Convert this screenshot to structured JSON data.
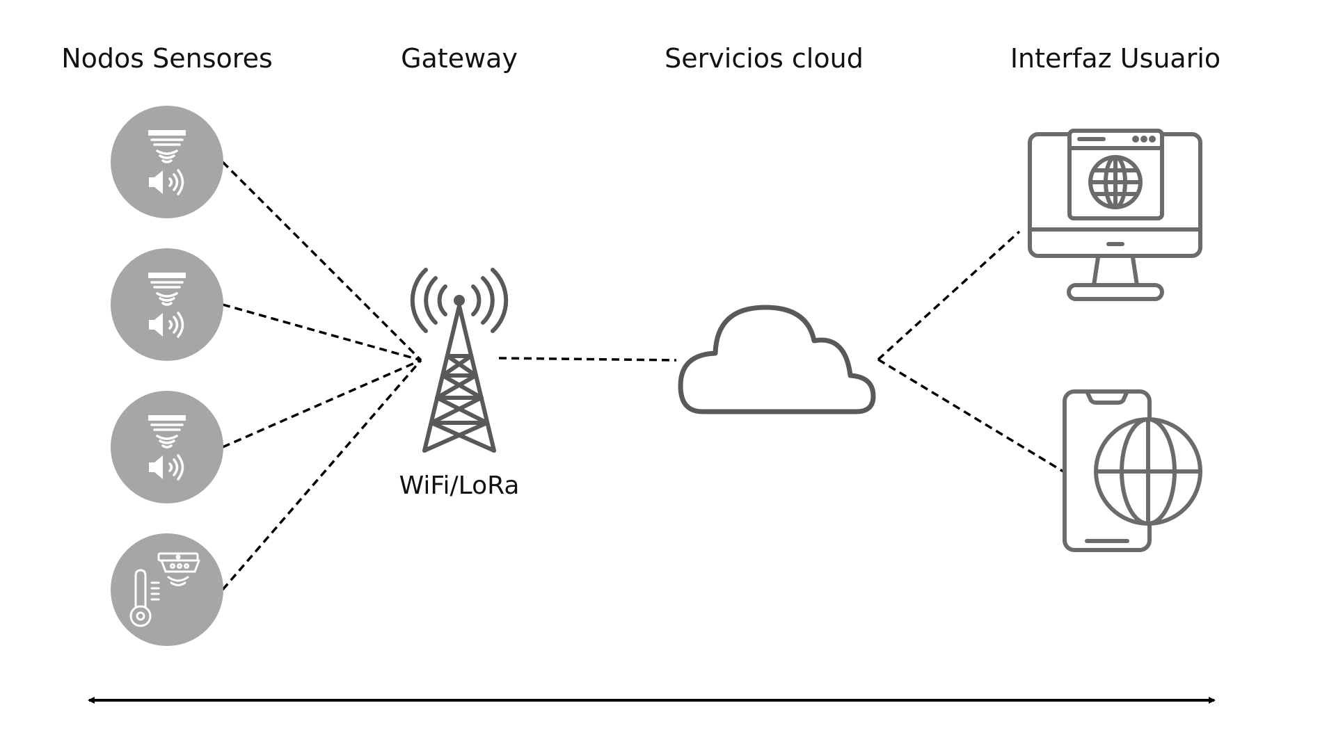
{
  "columns": {
    "sensors": "Nodos Sensores",
    "gateway": "Gateway",
    "cloud": "Servicios cloud",
    "ui": "Interfaz Usuario"
  },
  "gateway_protocol": "WiFi/LoRa",
  "sensor_nodes": [
    {
      "icon": "smoke-alarm-speaker-icon"
    },
    {
      "icon": "smoke-alarm-speaker-icon"
    },
    {
      "icon": "smoke-alarm-speaker-icon"
    },
    {
      "icon": "thermometer-detector-icon"
    }
  ],
  "ui_devices": [
    {
      "icon": "desktop-monitor-globe-icon"
    },
    {
      "icon": "smartphone-globe-icon"
    }
  ],
  "colors": {
    "node_fill": "#a6a6a6",
    "icon_stroke": "#595959",
    "line": "#000000",
    "text": "#111111"
  }
}
